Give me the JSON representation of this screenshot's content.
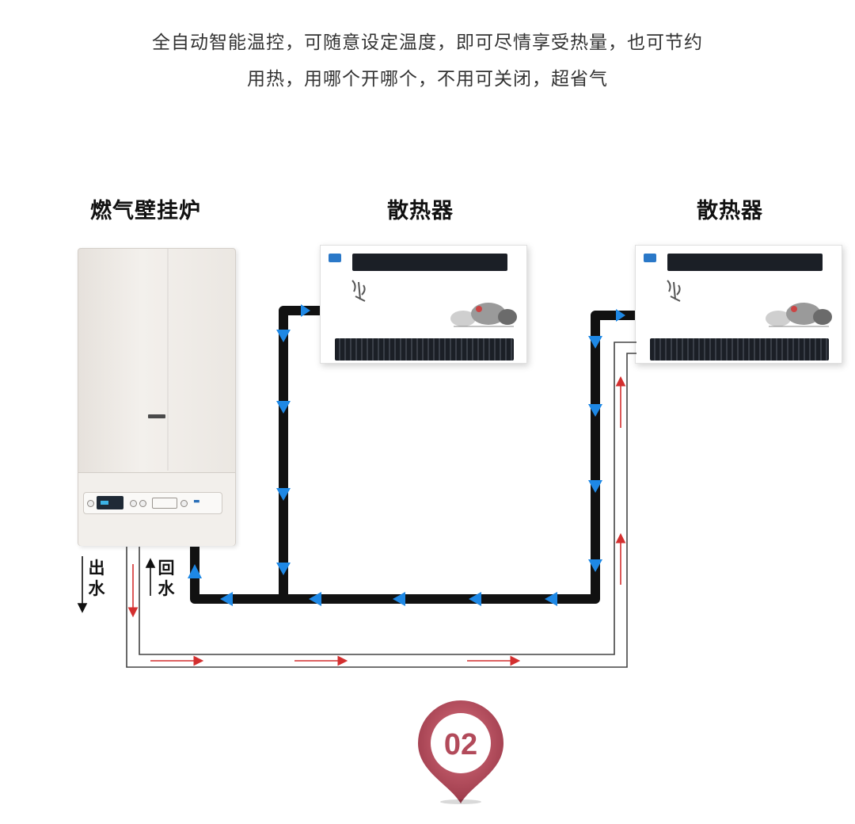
{
  "headline": {
    "line1": "全自动智能温控，可随意设定温度，即可尽情享受热量，也可节约",
    "line2": "用热，用哪个开哪个，不用可关闭，超省气"
  },
  "labels": {
    "boiler": "燃气壁挂炉",
    "radiator_1": "散热器",
    "radiator_2": "散热器",
    "outlet": [
      "出",
      "水"
    ],
    "return": [
      "回",
      "水"
    ]
  },
  "badge": {
    "number": "02"
  },
  "icons": [
    "flow-arrow-icon",
    "map-pin-icon"
  ],
  "colors": {
    "pipe": "#111111",
    "flow_arrow": "#1e88e5",
    "supply_arrow": "#d32f2f",
    "supply_pipe": "#444444",
    "badge_ring": "#b24a5a"
  }
}
